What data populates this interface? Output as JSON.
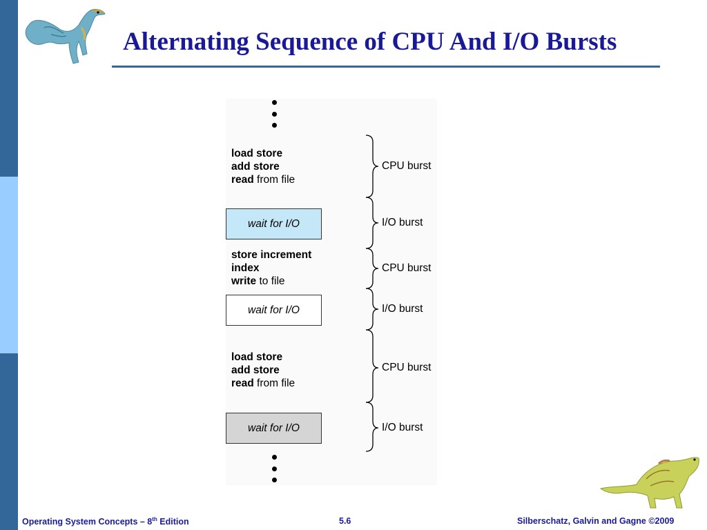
{
  "slide": {
    "title": "Alternating Sequence of CPU And I/O Bursts"
  },
  "diagram": {
    "segments": [
      {
        "lines": [
          {
            "bold": "load store",
            "rest": ""
          },
          {
            "bold": "add store",
            "rest": ""
          },
          {
            "bold": "read",
            "rest": " from file"
          }
        ],
        "burst": "CPU burst"
      },
      {
        "wait": "wait for I/O",
        "burst": "I/O burst"
      },
      {
        "lines": [
          {
            "bold": "store increment",
            "rest": ""
          },
          {
            "bold": "index",
            "rest": ""
          },
          {
            "bold": "write",
            "rest": " to file"
          }
        ],
        "burst": "CPU burst"
      },
      {
        "wait": "wait for I/O",
        "burst": "I/O burst"
      },
      {
        "lines": [
          {
            "bold": "load store",
            "rest": ""
          },
          {
            "bold": "add store",
            "rest": ""
          },
          {
            "bold": "read",
            "rest": " from file"
          }
        ],
        "burst": "CPU burst"
      },
      {
        "wait": "wait for I/O",
        "burst": "I/O burst"
      }
    ],
    "colors": {
      "wait_1": "#c5e8f8",
      "wait_2": "#ffffff",
      "wait_3": "#d5d5d5"
    },
    "ellipsis_icon": "vertical-ellipsis"
  },
  "footer": {
    "book_prefix": "Operating System Concepts – 8",
    "book_sup": "th",
    "book_suffix": " Edition",
    "page": "5.6",
    "copyright": "Silberschatz, Galvin and Gagne ©2009"
  },
  "theme": {
    "title_color": "#1a1a99",
    "sidebar_dark": "#336699",
    "sidebar_light": "#99ccff"
  }
}
